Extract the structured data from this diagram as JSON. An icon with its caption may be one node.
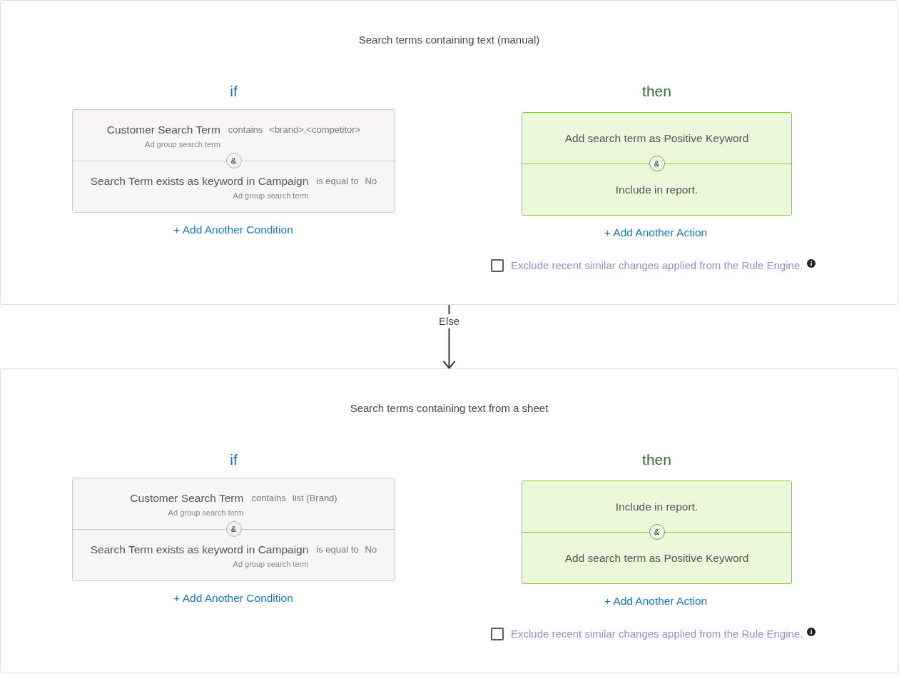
{
  "diagram": {
    "nodes": [
      {
        "text": [
          "Search terms containing text (manual)"
        ]
      },
      {
        "text": [
          "if"
        ],
        "in": 0
      },
      {
        "text": [
          "Customer Search Term",
          "contains",
          "<brand>,<competitor>",
          "Ad group search term"
        ],
        "in": 1
      },
      {
        "text": [
          "&"
        ],
        "in": 1
      },
      {
        "text": [
          "Search Term exists as keyword in Campaign",
          "is equal to",
          "No",
          "Ad group search term"
        ],
        "in": 1
      },
      {
        "text": [
          "then"
        ],
        "in": 0
      },
      {
        "text": [
          "Add search term as Positive Keyword"
        ],
        "in": 5
      },
      {
        "text": [
          "&"
        ],
        "in": 5
      },
      {
        "text": [
          "Include in report."
        ],
        "in": 5
      },
      {
        "text": [
          "Search terms containing text from a sheet"
        ]
      },
      {
        "text": [
          "if"
        ],
        "in": 9
      },
      {
        "text": [
          "Customer Search Term",
          "contains",
          "list (Brand)",
          "Ad group search term"
        ],
        "in": 10
      },
      {
        "text": [
          "&"
        ],
        "in": 10
      },
      {
        "text": [
          "Search Term exists as keyword in Campaign",
          "is equal to",
          "No",
          "Ad group search term"
        ],
        "in": 10
      },
      {
        "text": [
          "then"
        ],
        "in": 9
      },
      {
        "text": [
          "Include in report."
        ],
        "in": 14
      },
      {
        "text": [
          "&"
        ],
        "in": 14
      },
      {
        "text": [
          "Add search term as Positive Keyword"
        ],
        "in": 14
      }
    ],
    "edges": [
      {
        "from": 0,
        "to": 9,
        "arrow": "to",
        "label": "Else"
      }
    ],
    "labels": [
      "+ Add Another Condition",
      "+ Add Another Action",
      "Exclude recent similar changes applied from the Rule Engine.",
      "+ Add Another Condition",
      "+ Add Another Action",
      "Exclude recent similar changes applied from the Rule Engine."
    ]
  }
}
